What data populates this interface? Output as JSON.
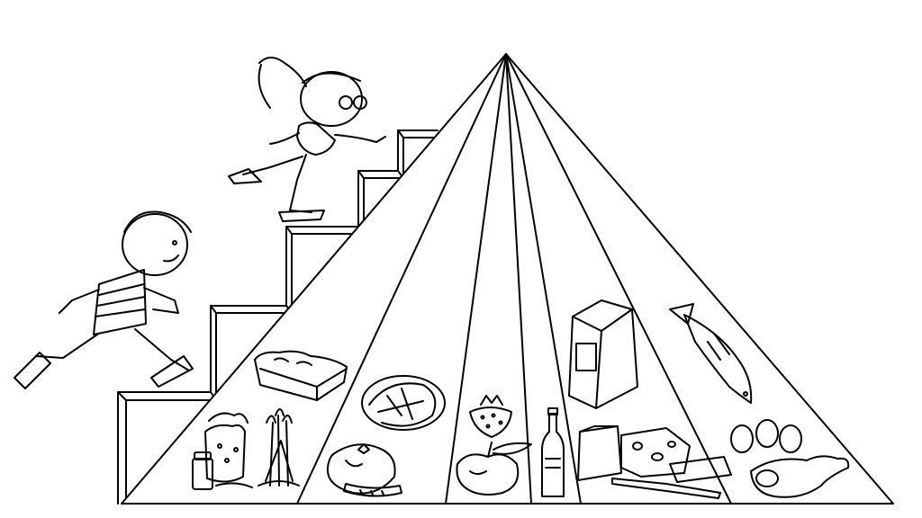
{
  "image": {
    "kind": "line-art coloring page",
    "subject": "food-pyramid-with-stairs",
    "line_color": "#000000",
    "background_color": "#ffffff"
  },
  "pyramid": {
    "segments": [
      {
        "name": "grains",
        "items": [
          "bread-loaf-icon",
          "grain-sack-icon",
          "wheat-bundle-icon",
          "salt-shaker-icon"
        ]
      },
      {
        "name": "vegetables",
        "items": [
          "cabbage-icon",
          "tomato-icon",
          "cucumber-icon"
        ]
      },
      {
        "name": "fruits",
        "items": [
          "strawberry-icon",
          "apple-icon"
        ]
      },
      {
        "name": "oils",
        "items": [
          "oil-bottle-icon"
        ]
      },
      {
        "name": "milk",
        "items": [
          "milk-carton-icon",
          "cheese-wedge-icon",
          "cheese-block-icon",
          "knife-icon"
        ]
      },
      {
        "name": "meat-and-beans",
        "items": [
          "fish-icon",
          "eggs-icon",
          "ham-icon"
        ]
      }
    ]
  },
  "figures": [
    {
      "name": "boy-running-icon"
    },
    {
      "name": "girl-climbing-icon"
    }
  ]
}
